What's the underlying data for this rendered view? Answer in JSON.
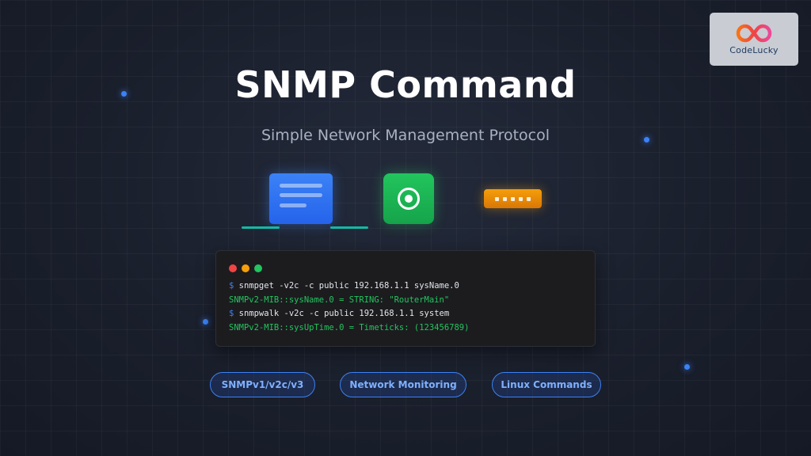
{
  "logo": {
    "text": "CodeLucky"
  },
  "header": {
    "title": "SNMP Command",
    "subtitle": "Simple Network Management Protocol"
  },
  "terminal": {
    "prompt": "$",
    "lines": [
      {
        "type": "command",
        "text": " snmpget -v2c -c public 192.168.1.1 sysName.0"
      },
      {
        "type": "output",
        "text": "SNMPv2-MIB::sysName.0 = STRING: \"RouterMain\""
      },
      {
        "type": "command",
        "text": " snmpwalk -v2c -c public 192.168.1.1 system"
      },
      {
        "type": "output",
        "text": "SNMPv2-MIB::sysUpTime.0 = Timeticks: (123456789)"
      }
    ]
  },
  "tags": [
    {
      "label": "SNMPv1/v2c/v3"
    },
    {
      "label": "Network Monitoring"
    },
    {
      "label": "Linux Commands"
    }
  ],
  "colors": {
    "accent_blue": "#3b82f6",
    "accent_green": "#22c55e",
    "accent_orange": "#f59e0b",
    "accent_teal": "#14b8a6"
  },
  "icons": [
    "server-icon",
    "monitor-target-icon",
    "network-switch-icon"
  ]
}
